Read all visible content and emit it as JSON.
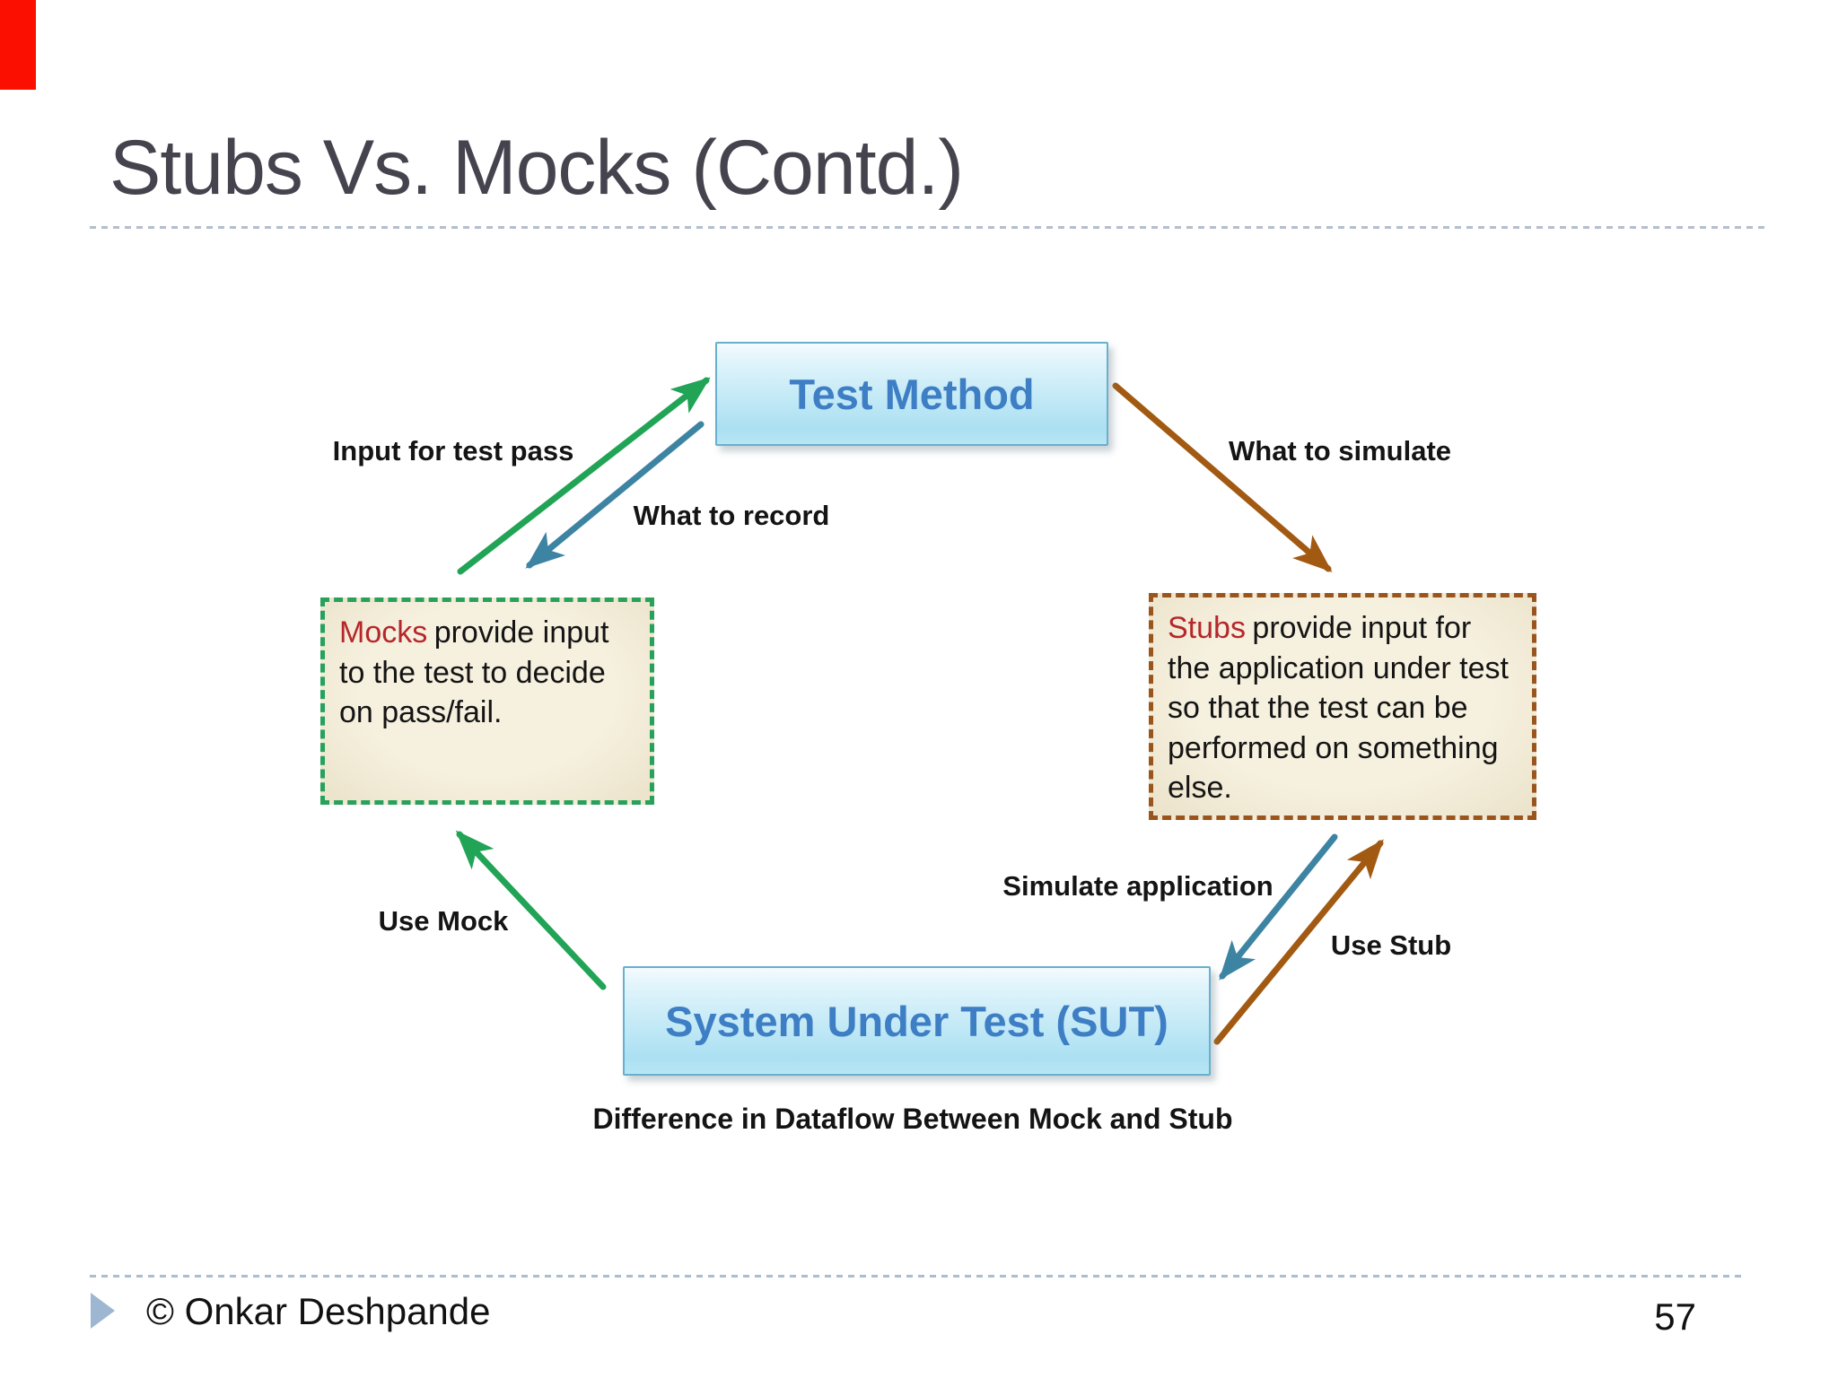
{
  "slide": {
    "title": "Stubs Vs. Mocks (Contd.)",
    "footer": {
      "copyright": "© Onkar Deshpande",
      "page_number": "57"
    },
    "accent_bar_color": "#fb0f00"
  },
  "diagram": {
    "caption": "Difference in Dataflow Between Mock and Stub",
    "nodes": {
      "test_method": "Test Method",
      "sut": "System Under Test (SUT)",
      "mocks": {
        "keyword": "Mocks",
        "text": "provide input to the test to decide on pass/fail."
      },
      "stubs": {
        "keyword": "Stubs",
        "text": "provide input for the application under test so that the test can be performed on something else."
      }
    },
    "arrow_labels": {
      "input_for_test_pass": "Input for test pass",
      "what_to_record": "What to record",
      "what_to_simulate": "What to simulate",
      "use_mock": "Use Mock",
      "simulate_application": "Simulate application",
      "use_stub": "Use Stub"
    },
    "arrows": [
      {
        "from": "mocks",
        "to": "test_method",
        "label": "Input for test pass",
        "color": "#21a456"
      },
      {
        "from": "test_method",
        "to": "mocks",
        "label": "What to record",
        "color": "#3d84a2"
      },
      {
        "from": "test_method",
        "to": "stubs",
        "label": "What to simulate",
        "color": "#a25a12"
      },
      {
        "from": "sut",
        "to": "mocks",
        "label": "Use Mock",
        "color": "#21a456"
      },
      {
        "from": "stubs",
        "to": "sut",
        "label": "Simulate application",
        "color": "#3d84a2"
      },
      {
        "from": "sut",
        "to": "stubs",
        "label": "Use Stub",
        "color": "#a25a12"
      }
    ],
    "colors": {
      "mock_flow_green": "#21a456",
      "record_flow_teal": "#3d84a2",
      "stub_flow_brown": "#a25a12",
      "mock_border_green": "#28a15b",
      "stub_border_brown": "#9a551d",
      "node_fill_blue": "#bfe8f6",
      "node_text_blue": "#3e7ec4",
      "note_fill_cream": "#f2ecd8",
      "keyword_red": "#b5272b"
    }
  }
}
